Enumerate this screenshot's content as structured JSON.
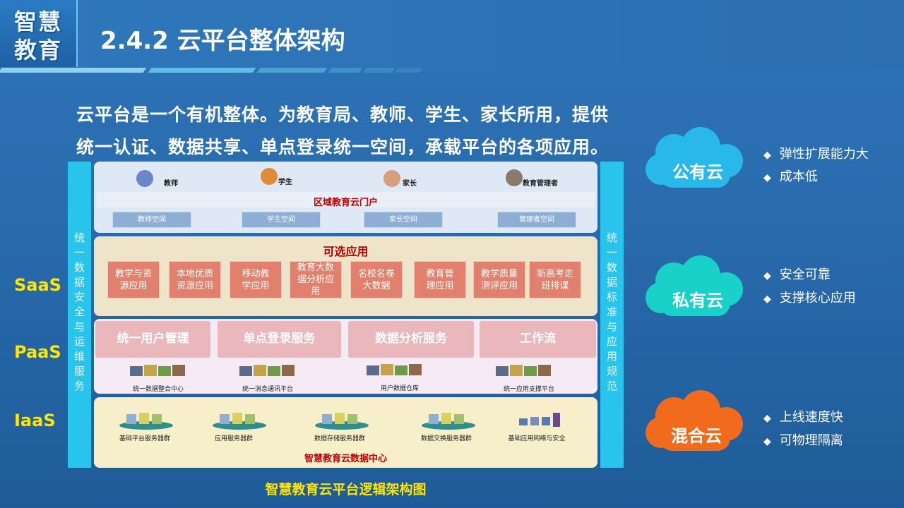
{
  "header": {
    "logo_line1": "智慧",
    "logo_line2": "教育",
    "title": "2.4.2 云平台整体架构"
  },
  "intro": {
    "line1": "云平台是一个有机整体。为教育局、教师、学生、家长所用，提供",
    "line2": "统一认证、数据共享、单点登录统一空间，承载平台的各项应用。"
  },
  "layers": {
    "saas": "SaaS",
    "paas": "PaaS",
    "iaas": "IaaS"
  },
  "left_bar": [
    "统",
    "一",
    "数",
    "据",
    "安",
    "全",
    "与",
    "运",
    "维",
    "服",
    "务"
  ],
  "right_bar": [
    "统",
    "一",
    "数",
    "据",
    "标",
    "准",
    "与",
    "应",
    "用",
    "规",
    "范"
  ],
  "portal": {
    "roles": [
      "教师",
      "学生",
      "家长",
      "教育管理者"
    ],
    "title": "区域教育云门户",
    "spaces": [
      "教师空间",
      "学生空间",
      "家长空间",
      "管理者空间"
    ]
  },
  "optional_apps": {
    "title": "可选应用",
    "apps": [
      [
        "教学与资",
        "源应用"
      ],
      [
        "本地优质",
        "资源应用"
      ],
      [
        "移动教",
        "学应用"
      ],
      [
        "教育大数",
        "据分析应",
        "用"
      ],
      [
        "名校名卷",
        "大数据"
      ],
      [
        "教育管",
        "理应用"
      ],
      [
        "教学质量",
        "测评应用"
      ],
      [
        "新高考走",
        "班排课"
      ]
    ]
  },
  "paas": {
    "services": [
      "统一用户管理",
      "单点登录服务",
      "数据分析服务",
      "工作流"
    ],
    "platforms": [
      "统一数据整合中心",
      "统一消息通讯平台",
      "用户数据仓库",
      "统一应用支撑平台"
    ]
  },
  "iaas": {
    "clusters": [
      "基础平台服务器群",
      "应用服务器群",
      "数据存储服务器群",
      "数据交换服务器群",
      "基础应用网络与安全"
    ],
    "title": "智慧教育云数据中心"
  },
  "caption": "智慧教育云平台逻辑架构图",
  "clouds": [
    {
      "label": "公有云",
      "color": "#29b8ea",
      "bullets": [
        "弹性扩展能力大",
        "成本低"
      ]
    },
    {
      "label": "私有云",
      "color": "#1ad1c9",
      "bullets": [
        "安全可靠",
        "支撑核心应用"
      ]
    },
    {
      "label": "混合云",
      "color": "#f26a1b",
      "bullets": [
        "上线速度快",
        "可物理隔离"
      ]
    }
  ],
  "bullet_icon": "diamond-icon"
}
